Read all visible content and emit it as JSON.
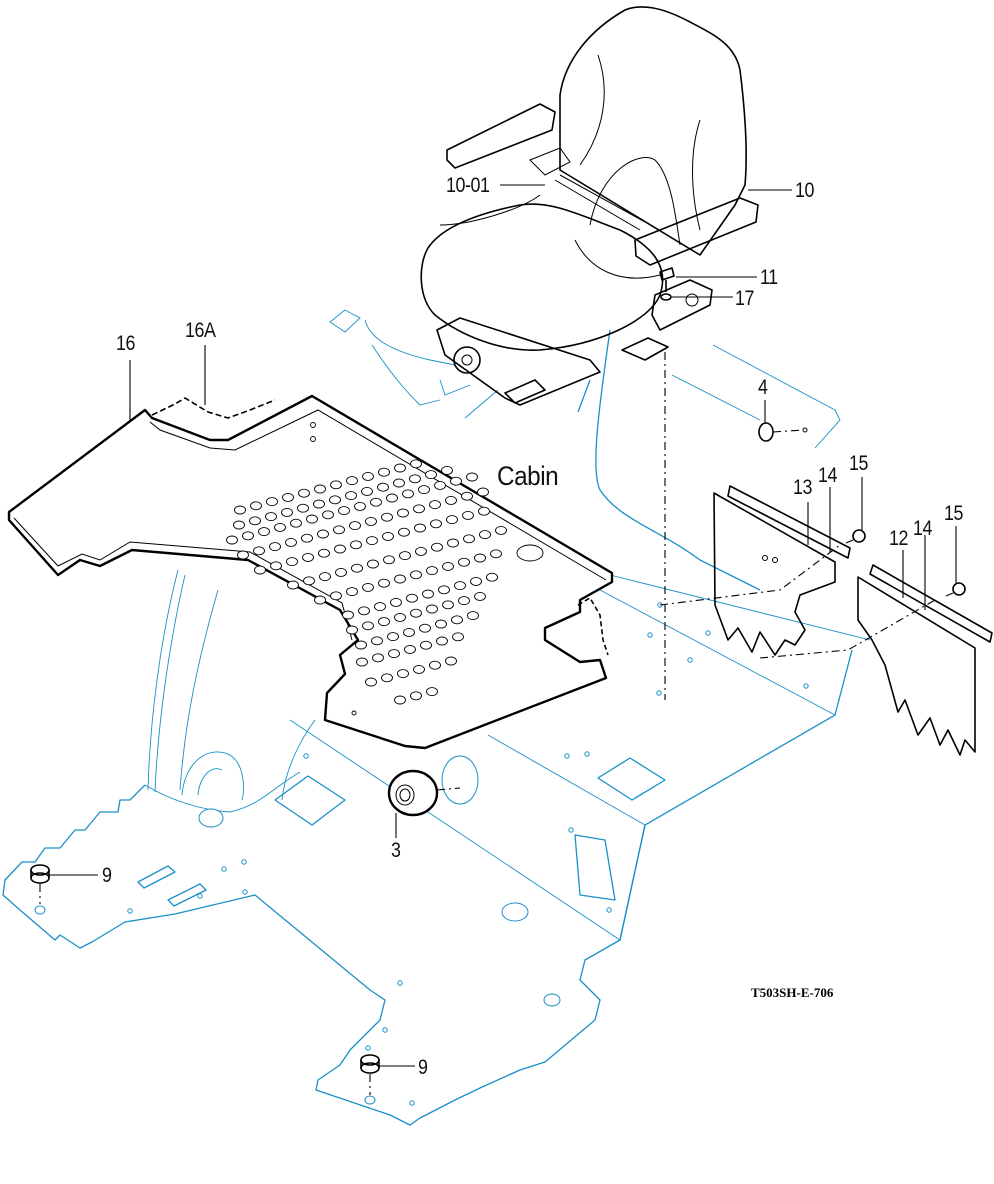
{
  "diagram": {
    "type": "exploded parts diagram",
    "area_label": "Cabin",
    "drawing_code": "T503SH-E-706",
    "colors": {
      "frame_line": "#1a8fc9",
      "part_line": "#000000",
      "background": "#ffffff"
    },
    "callouts": [
      {
        "id": "c-10-01",
        "label": "10-01",
        "part": "seat belt"
      },
      {
        "id": "c-10",
        "label": "10",
        "part": "operator seat"
      },
      {
        "id": "c-11",
        "label": "11",
        "part": "bolt"
      },
      {
        "id": "c-17",
        "label": "17",
        "part": "washer"
      },
      {
        "id": "c-16",
        "label": "16",
        "part": "floor mat"
      },
      {
        "id": "c-16a",
        "label": "16A",
        "part": "floor mat edge trim"
      },
      {
        "id": "c-4",
        "label": "4",
        "part": "plug"
      },
      {
        "id": "c-13",
        "label": "13",
        "part": "left flap"
      },
      {
        "id": "c-14a",
        "label": "14",
        "part": "retaining strip"
      },
      {
        "id": "c-15a",
        "label": "15",
        "part": "screw"
      },
      {
        "id": "c-12",
        "label": "12",
        "part": "right flap"
      },
      {
        "id": "c-14b",
        "label": "14",
        "part": "retaining strip"
      },
      {
        "id": "c-15b",
        "label": "15",
        "part": "screw"
      },
      {
        "id": "c-3",
        "label": "3",
        "part": "grommet"
      },
      {
        "id": "c-9a",
        "label": "9",
        "part": "cap"
      },
      {
        "id": "c-9b",
        "label": "9",
        "part": "cap"
      }
    ]
  }
}
